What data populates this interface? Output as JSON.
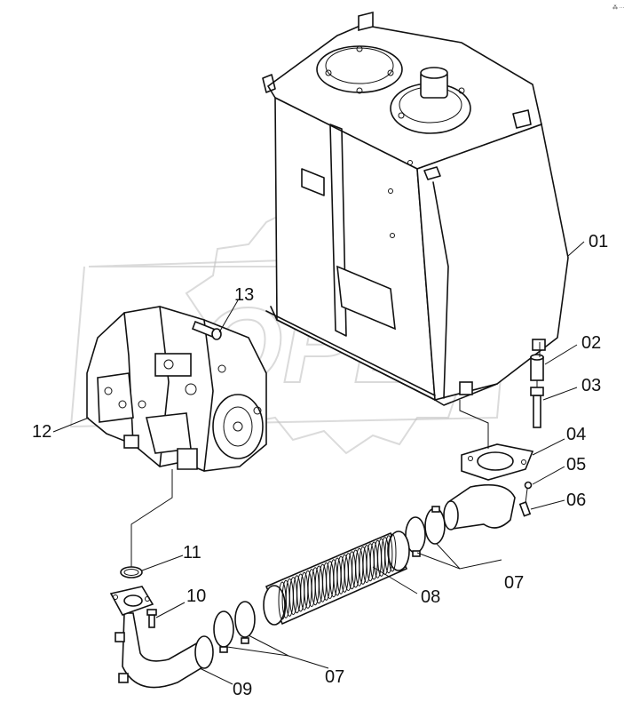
{
  "corner_mark": "⁂ ···",
  "watermark_text": "OPEX",
  "labels": {
    "p01": "01",
    "p02": "02",
    "p03": "03",
    "p04": "04",
    "p05": "05",
    "p06": "06",
    "p07a": "07",
    "p07b": "07",
    "p08": "08",
    "p09": "09",
    "p10": "10",
    "p11": "11",
    "p12": "12",
    "p13": "13"
  }
}
